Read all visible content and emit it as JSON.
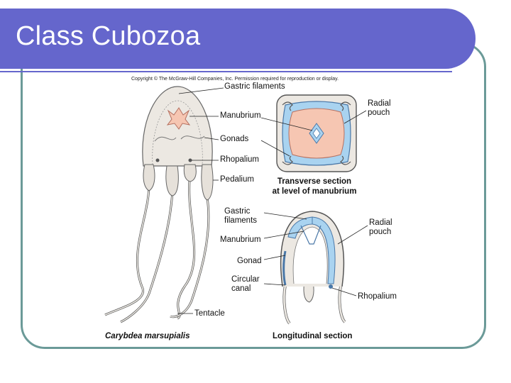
{
  "slide": {
    "title": "Class Cubozoa"
  },
  "figure": {
    "copyright": "Copyright © The McGraw-Hill Companies, Inc. Permission required for reproduction or display.",
    "left_labels": {
      "gastric_filaments": "Gastric filaments",
      "manubrium": "Manubrium",
      "gonads": "Gonads",
      "rhopalium": "Rhopalium",
      "pedalium": "Pedalium",
      "tentacle": "Tentacle",
      "species": "Carybdea marsupialis"
    },
    "transverse": {
      "radial_pouch": "Radial pouch",
      "caption_line1": "Transverse section",
      "caption_line2": "at level of manubrium"
    },
    "longitudinal": {
      "gastric_filaments": "Gastric filaments",
      "manubrium": "Manubrium",
      "gonad": "Gonad",
      "circular_canal": "Circular canal",
      "radial_pouch": "Radial pouch",
      "rhopalium": "Rhopalium",
      "caption": "Longitudinal section"
    }
  },
  "colors": {
    "title_bar": "#6566cc",
    "frame_border": "#6b9a98",
    "pouch_blue": "#a9d3f0",
    "manubrium_pink": "#f6c6b2",
    "bell_fill": "#ece8e2"
  }
}
